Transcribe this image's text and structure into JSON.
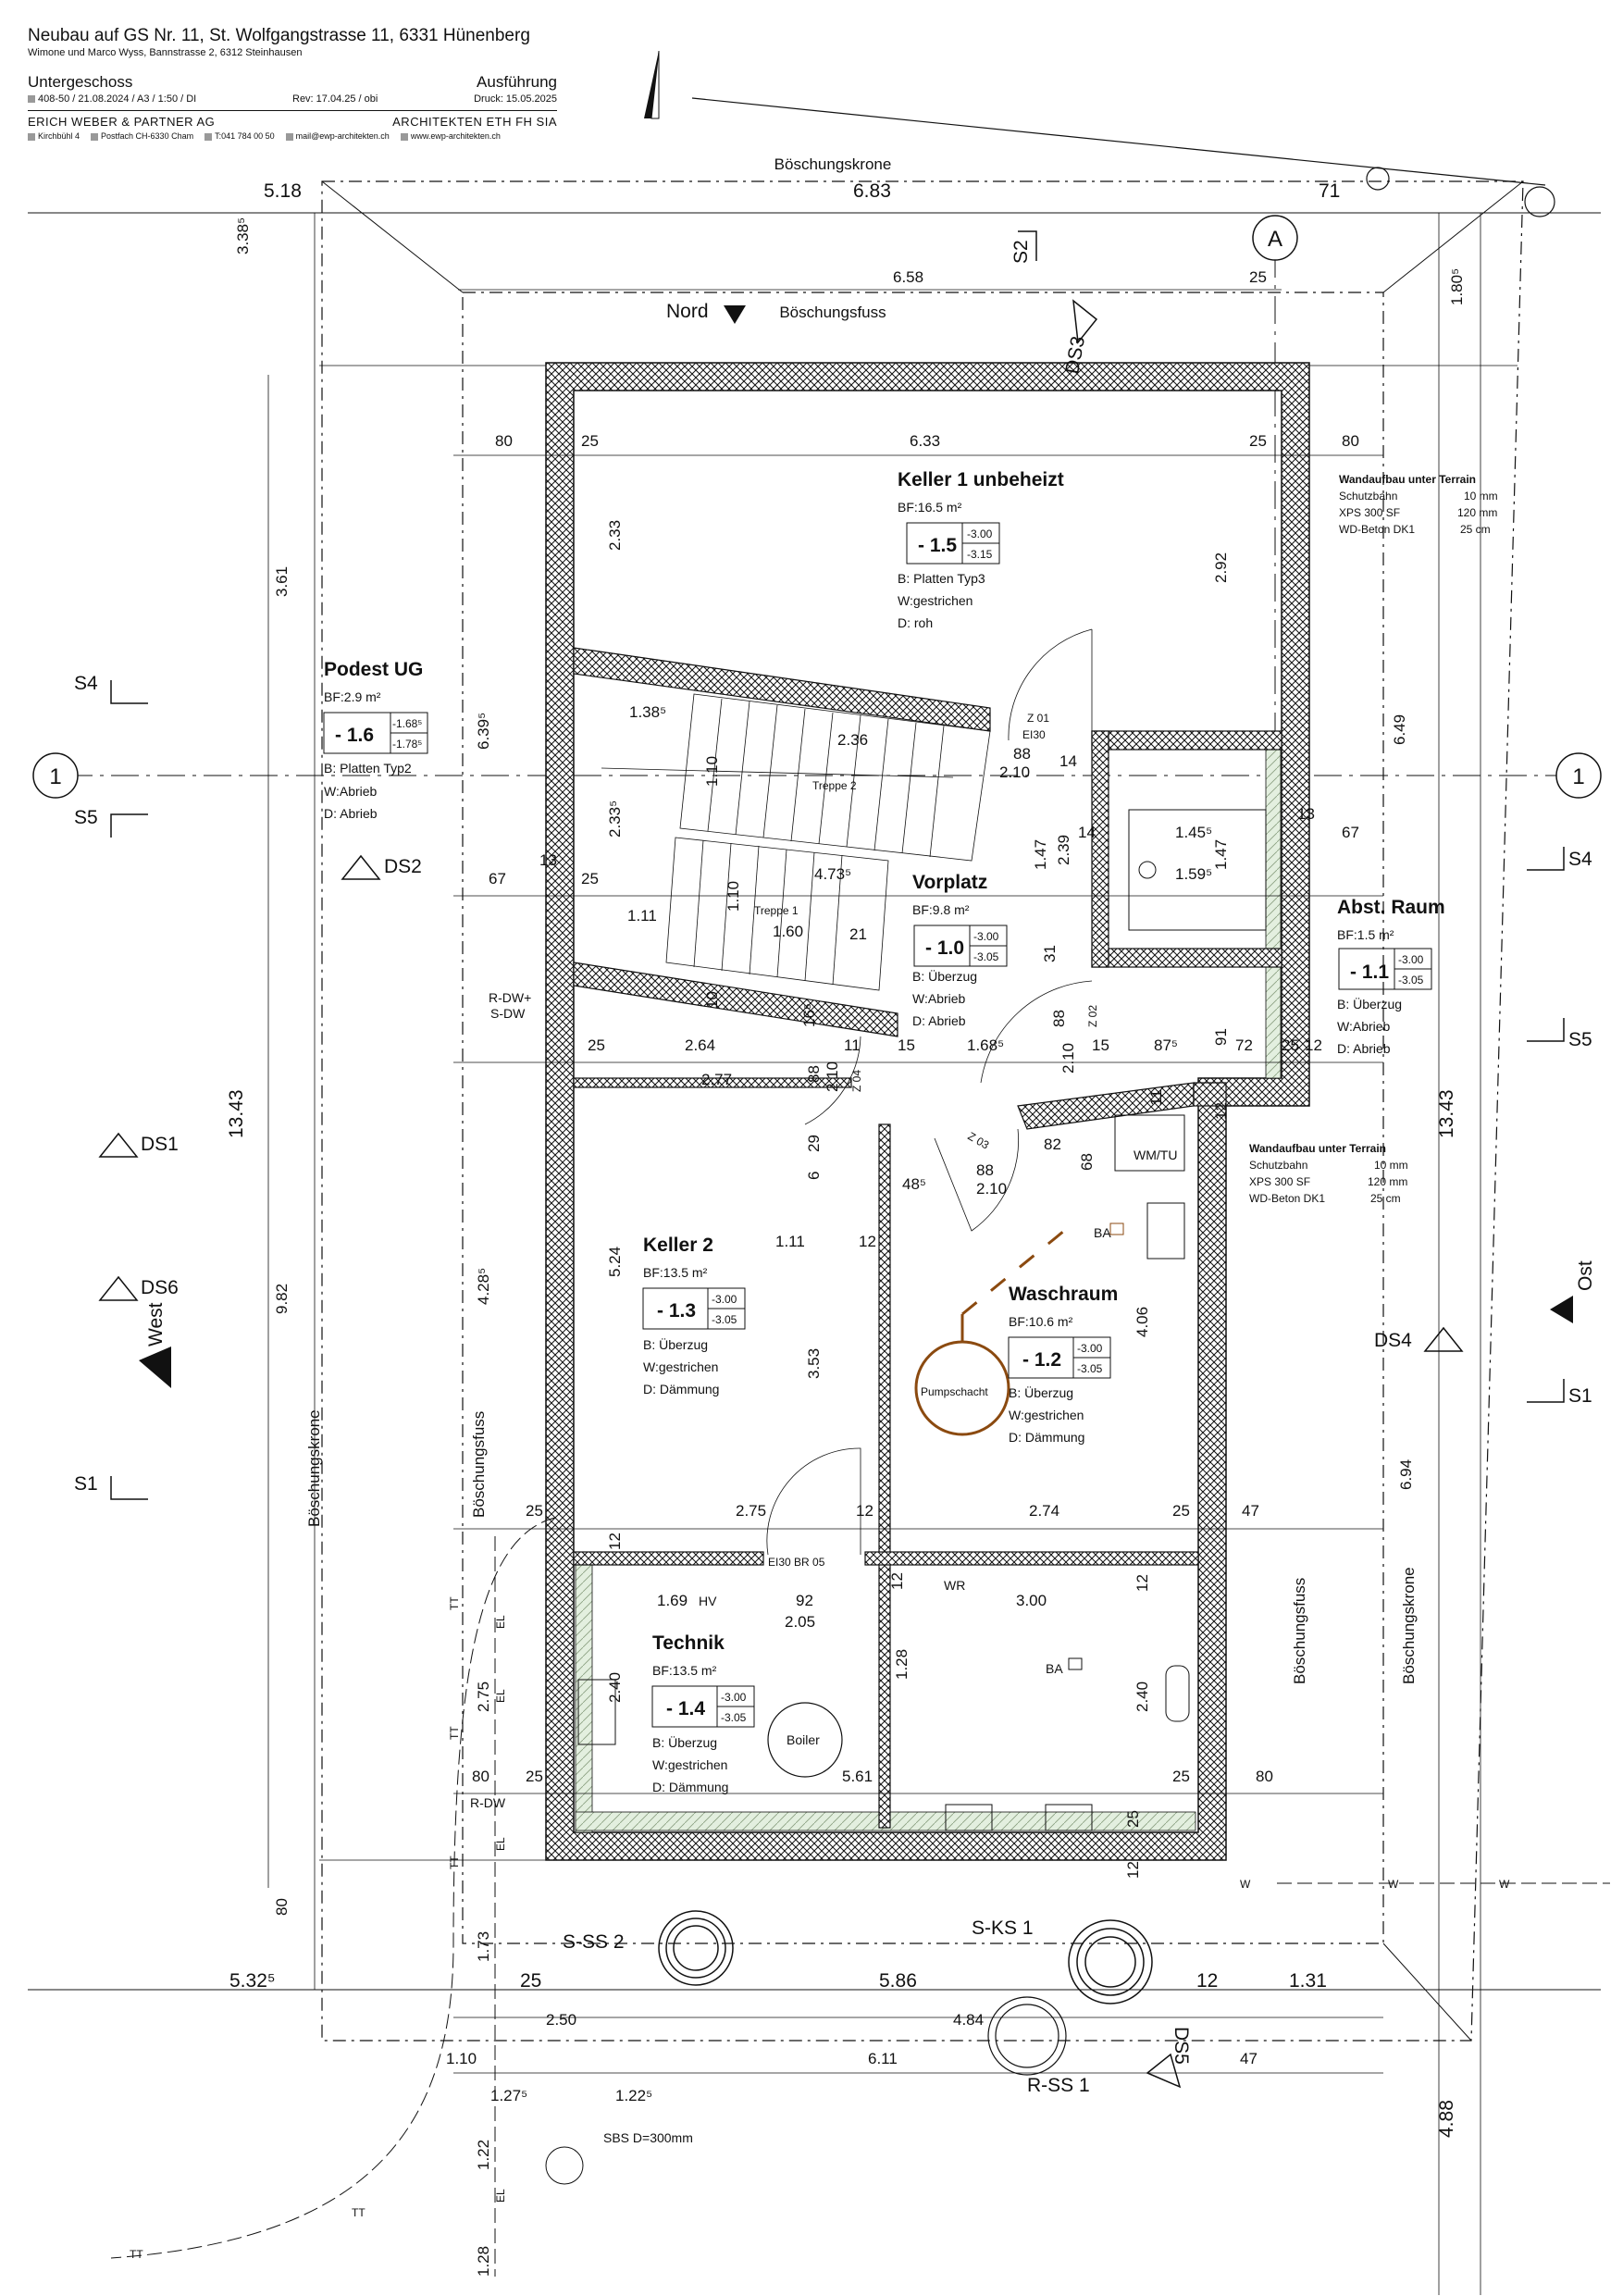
{
  "title_block": {
    "project": "Neubau auf GS Nr. 11, St. Wolfgangstrasse 11, 6331 Hünenberg",
    "client": "Wimone und Marco Wyss, Bannstrasse 2, 6312 Steinhausen",
    "floor": "Untergeschoss",
    "phase": "Ausführung",
    "plan_info": "408-50 / 21.08.2024 / A3 / 1:50 / DI",
    "revision": "Rev: 17.04.25 / obi",
    "print": "Druck: 15.05.2025",
    "firm": "ERICH WEBER & PARTNER AG",
    "firm_type": "ARCHITEKTEN ETH FH SIA",
    "addr1": "Kirchbühl 4",
    "addr2": "Postfach CH-6330 Cham",
    "phone": "T:041 784 00 50",
    "mail": "mail@ewp-architekten.ch",
    "web": "www.ewp-architekten.ch"
  },
  "labels": {
    "boeschungskrone": "Böschungskrone",
    "boeschungsfuss": "Böschungsfuss",
    "nord": "Nord",
    "west": "West",
    "ost": "Ost",
    "axis_a": "A",
    "axis_1": "1",
    "s1": "S1",
    "s2": "S2",
    "s4": "S4",
    "s5": "S5",
    "ds1": "DS1",
    "ds2": "DS2",
    "ds3": "DS3",
    "ds4": "DS4",
    "ds5": "DS5",
    "ds6": "DS6",
    "s_ss2": "S-SS 2",
    "s_ks1": "S-KS 1",
    "r_ss1": "R-SS 1",
    "sbs": "SBS D=300mm",
    "rdw": "R-DW+",
    "sdw": "S-DW",
    "rdw2": "R-DW",
    "treppe1": "Treppe 1",
    "treppe2": "Treppe 2",
    "z01": "Z 01",
    "ei30": "EI30",
    "z02": "Z 02",
    "z03": "Z 03",
    "z04": "Z 04",
    "ei30br": "EI30   BR 05",
    "wmtu": "WM/TU",
    "wr": "WR",
    "hv": "HV",
    "ba": "BA",
    "pumpschacht": "Pumpschacht",
    "boiler": "Boiler",
    "tt": "TT",
    "el": "EL",
    "w": "W"
  },
  "walls": {
    "heading": "Wandaufbau unter Terrain",
    "l1": "Schutzbahn",
    "v1": "10 mm",
    "l2": "XPS 300 SF",
    "v2": "120 mm",
    "l3": "WD-Beton DK1",
    "v3": "25 cm"
  },
  "rooms": {
    "keller1": {
      "name": "Keller 1 unbeheizt",
      "bf": "BF:16.5 m²",
      "lvl": "- 1.5",
      "h1": "-3.00",
      "h2": "-3.15",
      "b": "B: Platten Typ3",
      "w": "W:gestrichen",
      "d": "D: roh"
    },
    "podest": {
      "name": "Podest UG",
      "bf": "BF:2.9 m²",
      "lvl": "- 1.6",
      "h1": "-1.68⁵",
      "h2": "-1.78⁵",
      "b": "B: Platten Typ2",
      "w": "W:Abrieb",
      "d": "D: Abrieb"
    },
    "vorplatz": {
      "name": "Vorplatz",
      "bf": "BF:9.8 m²",
      "lvl": "- 1.0",
      "h1": "-3.00",
      "h2": "-3.05",
      "b": "B: Überzug",
      "w": "W:Abrieb",
      "d": "D: Abrieb"
    },
    "abst": {
      "name": "Abst. Raum",
      "bf": "BF:1.5 m²",
      "lvl": "- 1.1",
      "h1": "-3.00",
      "h2": "-3.05",
      "b": "B: Überzug",
      "w": "W:Abrieb",
      "d": "D: Abrieb"
    },
    "keller2": {
      "name": "Keller 2",
      "bf": "BF:13.5 m²",
      "lvl": "- 1.3",
      "h1": "-3.00",
      "h2": "-3.05",
      "b": "B: Überzug",
      "w": "W:gestrichen",
      "d": "D: Dämmung"
    },
    "wasch": {
      "name": "Waschraum",
      "bf": "BF:10.6 m²",
      "lvl": "- 1.2",
      "h1": "-3.00",
      "h2": "-3.05",
      "b": "B: Überzug",
      "w": "W:gestrichen",
      "d": "D: Dämmung"
    },
    "technik": {
      "name": "Technik",
      "bf": "BF:13.5 m²",
      "lvl": "- 1.4",
      "h1": "-3.00",
      "h2": "-3.05",
      "b": "B: Überzug",
      "w": "W:gestrichen",
      "d": "D: Dämmung"
    }
  },
  "dims": {
    "d518": "5.18",
    "d683": "6.83",
    "d71": "71",
    "d658": "6.58",
    "d25a": "25",
    "d338": "3.38⁵",
    "d180": "1.80⁵",
    "d80a": "80",
    "d25b": "25",
    "d633": "6.33",
    "d25c": "25",
    "d80b": "80",
    "d233": "2.33",
    "d292": "2.92",
    "d361": "3.61",
    "d639": "6.39⁵",
    "d649": "6.49",
    "d138": "1.38⁵",
    "d236": "2.36",
    "d110a": "1.10",
    "d2335": "2.33⁵",
    "d88a": "88",
    "d210a": "2.10",
    "d14a": "14",
    "d145": "1.45⁵",
    "d159": "1.59⁵",
    "d147a": "1.47",
    "d147b": "1.47",
    "d239": "2.39",
    "d14b": "14",
    "d13a": "13",
    "d67a": "67",
    "d67b": "67",
    "d25d": "25",
    "d473": "4.73⁵",
    "d111": "1.11",
    "d110b": "1.10",
    "d160": "1.60",
    "d21": "21",
    "d25e": "25",
    "d264": "2.64",
    "d11a": "11",
    "d15a": "15",
    "d168": "1.68⁵",
    "d15b": "15",
    "d87": "87⁵",
    "d72": "72",
    "d25f": "25",
    "d12a": "12",
    "d277": "2.77",
    "d88b": "88",
    "d210b": "2.10",
    "d88c": "88",
    "d210c": "2.10",
    "d91": "91",
    "d1343a": "13.43",
    "d1343b": "13.43",
    "d982": "9.82",
    "d524": "5.24",
    "d428": "4.28⁵",
    "d353": "3.53",
    "d406": "4.06",
    "d694": "6.94",
    "d111b": "1.11",
    "d12b": "12",
    "d48": "48⁵",
    "d82": "82",
    "d68": "68",
    "d88d": "88",
    "d210d": "2.10",
    "d29": "29",
    "d275": "2.75",
    "d274": "2.74",
    "d12c": "12",
    "d25g": "25",
    "d47a": "47",
    "d25h": "25",
    "d12d": "12",
    "d169": "1.69",
    "d92": "92",
    "d205": "2.05",
    "d300": "3.00",
    "d12e": "12",
    "d128a": "1.28",
    "d240a": "2.40",
    "d240b": "2.40",
    "d275b": "2.75",
    "d80c": "80",
    "d25i": "25",
    "d561": "5.61",
    "d25j": "25",
    "d80d": "80",
    "d80e": "80",
    "d173": "1.73",
    "d25k": "25",
    "d586": "5.86",
    "d12f": "12",
    "d131": "1.31",
    "d532": "5.32⁵",
    "d250": "2.50",
    "d484": "4.84",
    "d611": "6.11",
    "d47b": "47",
    "d110c": "1.10",
    "d127": "1.27⁵",
    "d122a": "1.22⁵",
    "d122b": "1.22",
    "d128b": "1.28",
    "d488": "4.88",
    "d12g": "12",
    "d25l": "25",
    "d12h": "12",
    "d10": "10",
    "d16": "16⁵",
    "d11b": "11",
    "d31": "31",
    "d6": "6",
    "d13b": "13",
    "d12i": "12"
  }
}
